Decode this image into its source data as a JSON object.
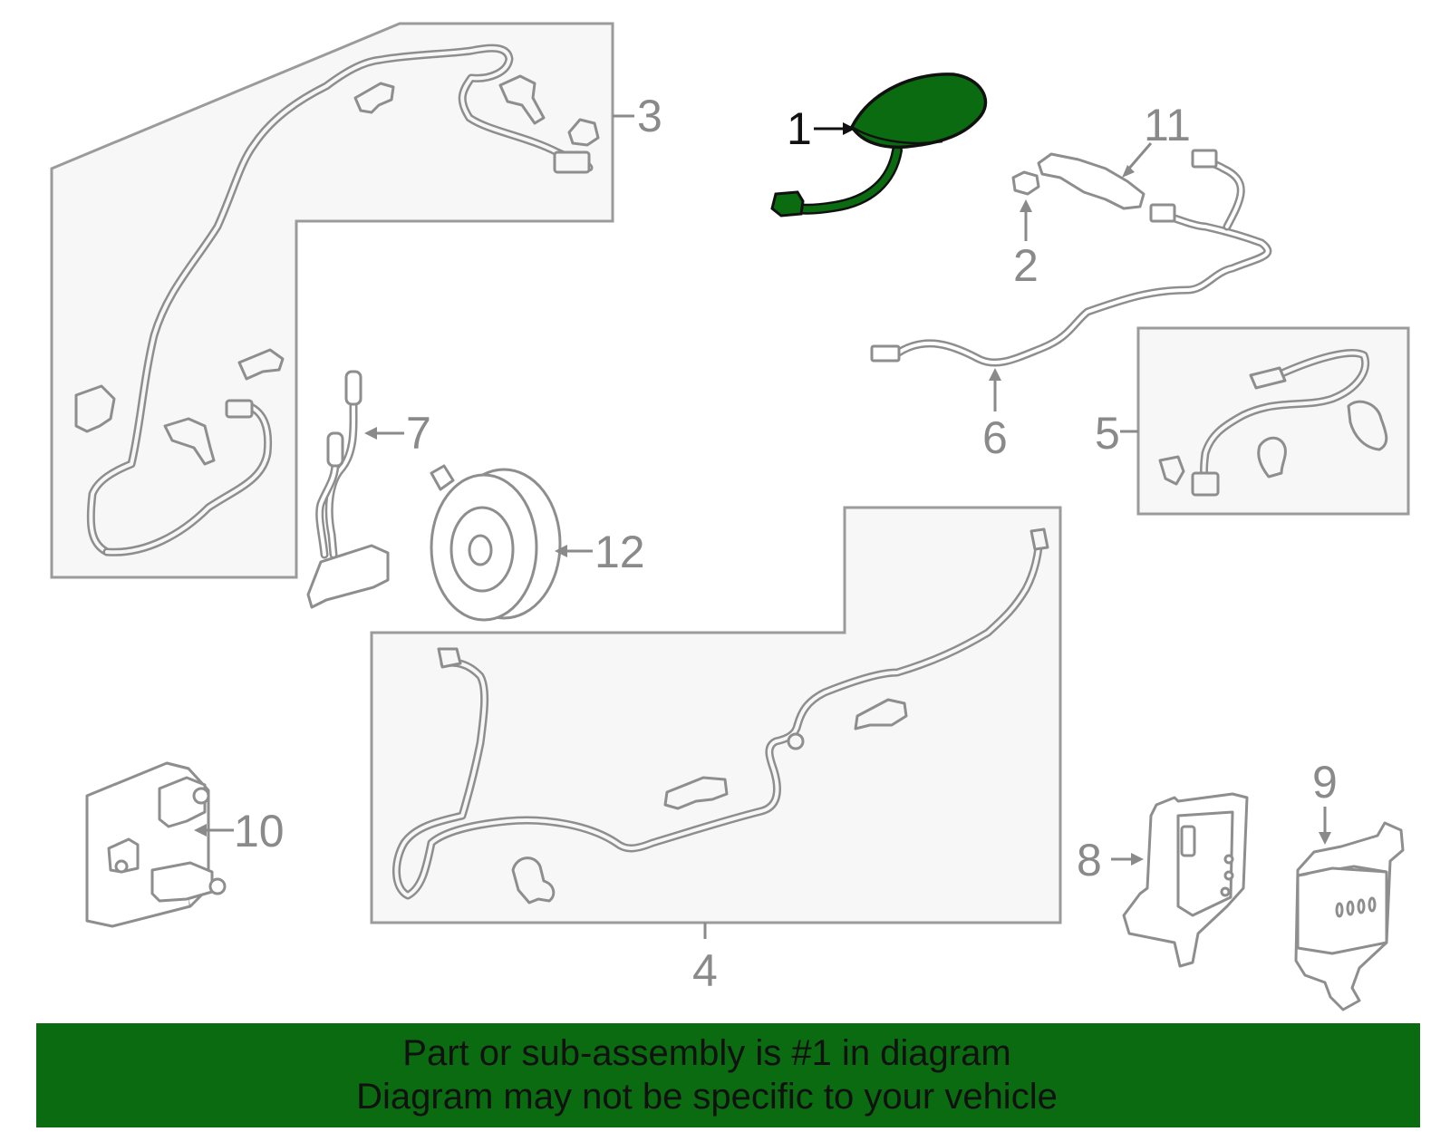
{
  "colors": {
    "highlight_part": "#0b6b10",
    "banner_background": "#0b6b10",
    "line_art": "#8e8e8e",
    "panel_fill": "#f7f7f7"
  },
  "callouts": {
    "c1": "1",
    "c2": "2",
    "c3": "3",
    "c4": "4",
    "c5": "5",
    "c6": "6",
    "c7": "7",
    "c8": "8",
    "c9": "9",
    "c10": "10",
    "c11": "11",
    "c12": "12"
  },
  "banner": {
    "line1": "Part or sub-assembly is #1 in diagram",
    "line2": "Diagram may not be specific to your vehicle"
  }
}
